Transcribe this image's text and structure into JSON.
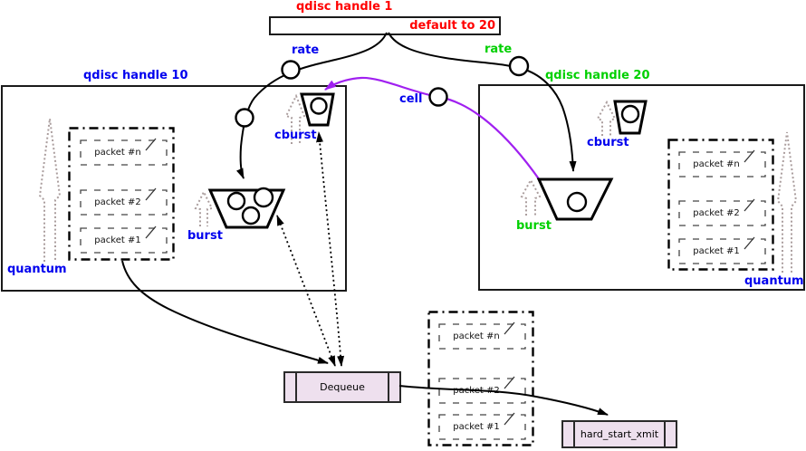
{
  "diagram": {
    "root": {
      "title": "qdisc handle 1",
      "badge": "default to 20"
    },
    "edges": {
      "rate_left": "rate",
      "rate_right": "rate",
      "cell": "cell"
    },
    "class10": {
      "title": "qdisc handle 10",
      "quantum": "quantum",
      "burst": "burst",
      "cburst": "cburst",
      "queue": [
        "packet #n",
        "packet #2",
        "packet #1"
      ]
    },
    "class20": {
      "title": "qdisc handle 20",
      "quantum": "quantum",
      "burst": "burst",
      "cburst": "cburst",
      "queue": [
        "packet #n",
        "packet #2",
        "packet #1"
      ]
    },
    "out_queue": [
      "packet #n",
      "packet #2",
      "packet #1"
    ],
    "dequeue": "Dequeue",
    "hard_start_xmit": "hard_start_xmit",
    "colors": {
      "red": "#ff0000",
      "blue": "#0000ee",
      "green": "#00d000",
      "purple": "#a020f0",
      "gray_arrow": "#ab9e9e",
      "node_fill": "#eee0ee"
    }
  }
}
